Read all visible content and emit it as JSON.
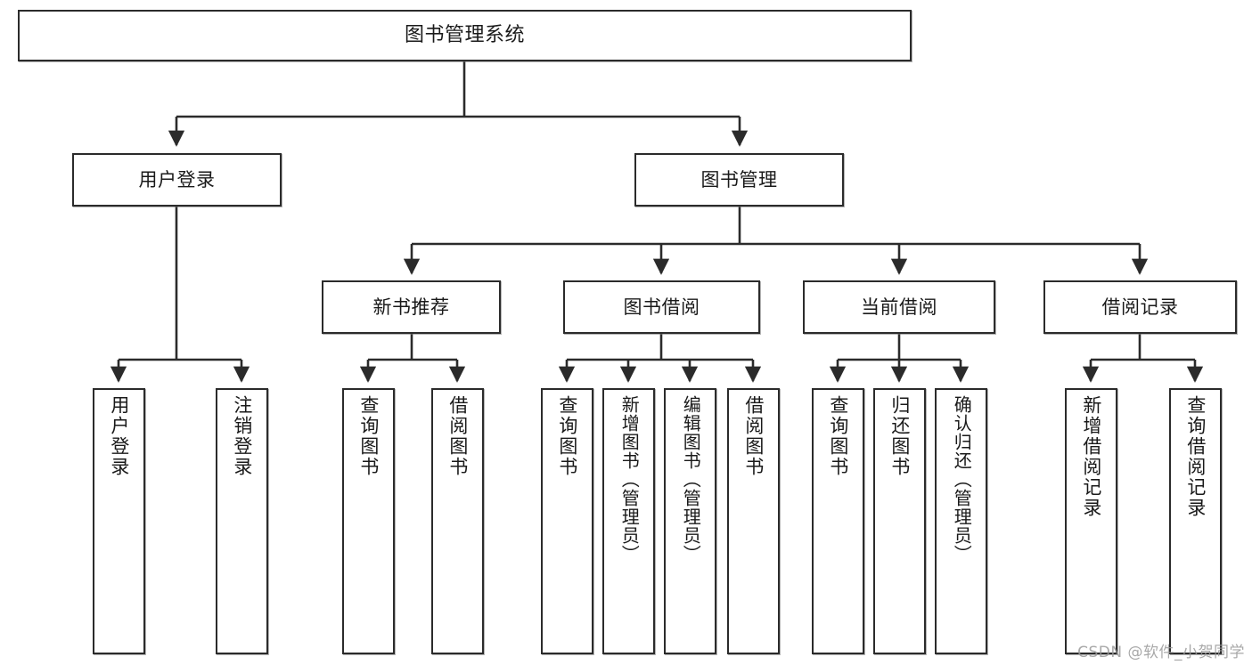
{
  "diagram": {
    "title": "图书管理系统",
    "watermark": "CSDN @软件_小贺同学",
    "colors": {
      "stroke": "#2b2b2b",
      "fill": "#ffffff",
      "text": "#1a1a1a",
      "watermark": "#9a9a9a"
    },
    "nodes": {
      "root": "图书管理系统",
      "user_login": "用户登录",
      "book_manage": "图书管理",
      "new_book_rec": "新书推荐",
      "book_borrow": "图书借阅",
      "current_borrow": "当前借阅",
      "borrow_record": "借阅记录",
      "leaf_user_login": "用户登录",
      "leaf_logout": "注销登录",
      "leaf_query_book_1": "查询图书",
      "leaf_borrow_book_1": "借阅图书",
      "leaf_query_book_2": "查询图书",
      "leaf_add_book_admin": "新增图书（管理员）",
      "leaf_edit_book_admin": "编辑图书（管理员）",
      "leaf_borrow_book_2": "借阅图书",
      "leaf_query_book_3": "查询图书",
      "leaf_return_book": "归还图书",
      "leaf_confirm_return_admin": "确认归还（管理员）",
      "leaf_add_record": "新增借阅记录",
      "leaf_query_record": "查询借阅记录"
    }
  }
}
